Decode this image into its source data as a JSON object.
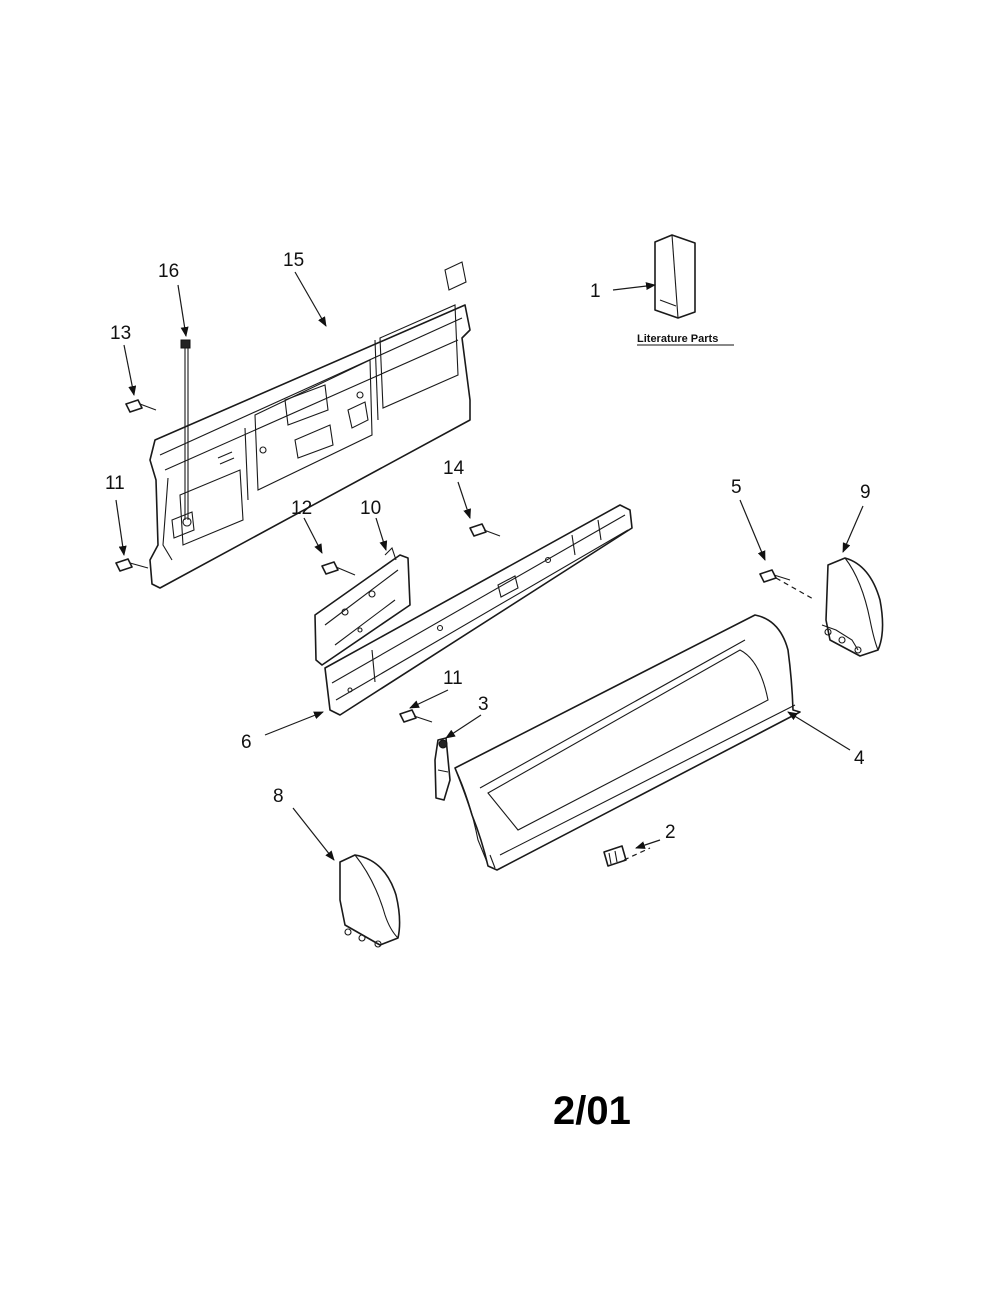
{
  "callouts": {
    "c1": "1",
    "c2": "2",
    "c3": "3",
    "c4": "4",
    "c5": "5",
    "c6": "6",
    "c8": "8",
    "c9": "9",
    "c10": "10",
    "c11a": "11",
    "c11b": "11",
    "c12": "12",
    "c13": "13",
    "c14": "14",
    "c15": "15",
    "c16": "16"
  },
  "literature_label": "Literature Parts",
  "date_code": "2/01"
}
